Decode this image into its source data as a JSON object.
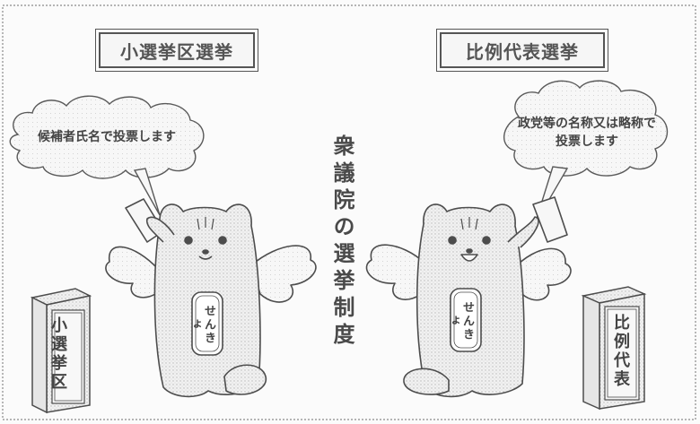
{
  "headers": {
    "left": "小選挙区選挙",
    "right": "比例代表選挙"
  },
  "center_title": "衆議院の選挙制度",
  "bubbles": {
    "left": "候補者氏名で投票します",
    "right": "政党等の名称又は略称で投票します"
  },
  "ballot_boxes": {
    "left": "小選挙区",
    "right": "比例代表"
  },
  "mascot_badge": "せんきょ",
  "colors": {
    "line": "#4d4d4d",
    "paper": "#fbfbfb",
    "shade": "#e2e2e2"
  }
}
